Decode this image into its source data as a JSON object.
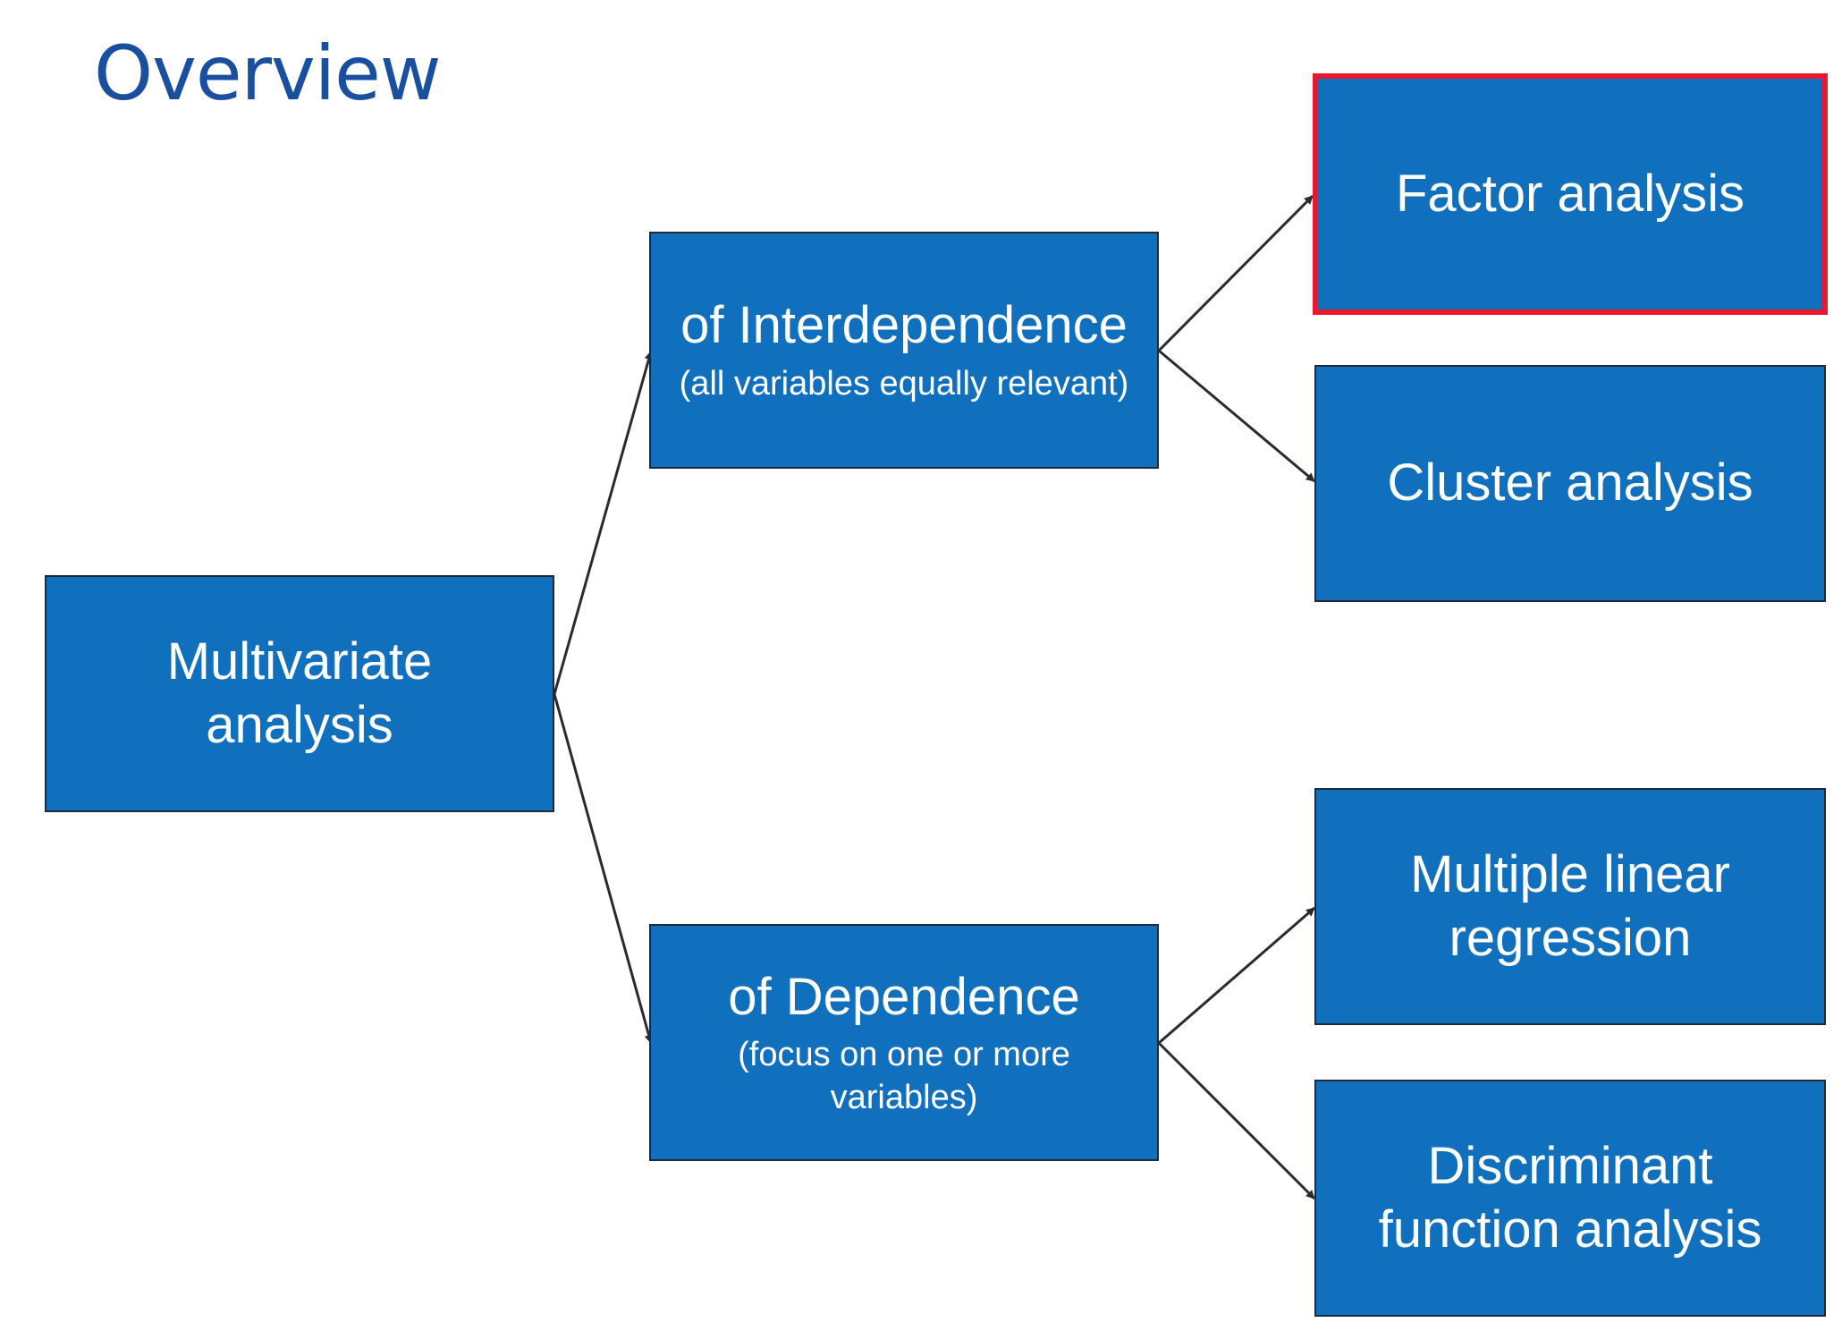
{
  "title": "Overview",
  "colors": {
    "title": "#1a4fa0",
    "node_fill": "#1170bd",
    "node_border": "#1f2a38",
    "highlight_border": "#e8192c",
    "arrow": "#2b2b2b",
    "node_text": "#ffffff"
  },
  "nodes": {
    "root": {
      "main": "Multivariate\nanalysis"
    },
    "interdependence": {
      "main": "of Interdependence",
      "sub": "(all variables equally relevant)"
    },
    "dependence": {
      "main": "of Dependence",
      "sub": "(focus on one or more\nvariables)"
    },
    "factor": {
      "main": "Factor analysis",
      "highlighted": true
    },
    "cluster": {
      "main": "Cluster analysis"
    },
    "mlr": {
      "main": "Multiple linear\nregression"
    },
    "dfa": {
      "main": "Discriminant\nfunction analysis"
    }
  },
  "edges": [
    {
      "from": "root",
      "to": "interdependence"
    },
    {
      "from": "root",
      "to": "dependence"
    },
    {
      "from": "interdependence",
      "to": "factor"
    },
    {
      "from": "interdependence",
      "to": "cluster"
    },
    {
      "from": "dependence",
      "to": "mlr"
    },
    {
      "from": "dependence",
      "to": "dfa"
    }
  ]
}
